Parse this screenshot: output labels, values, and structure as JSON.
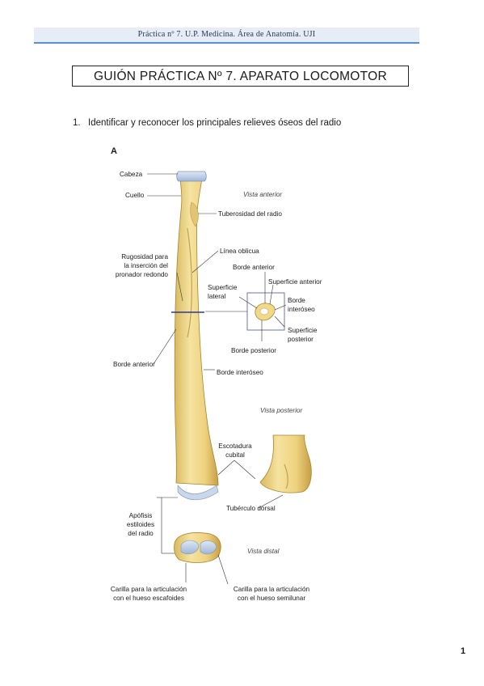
{
  "header": {
    "text": "Práctica nº 7. U.P. Medicina. Área de Anatomía. UJI"
  },
  "title": "GUIÓN PRÁCTICA Nº 7. APARATO LOCOMOTOR",
  "items": [
    {
      "number": "1.",
      "text": "Identificar y reconocer los principales relieves óseos del radio"
    }
  ],
  "figure": {
    "panel_letter": "A",
    "views": {
      "anterior": "Vista anterior",
      "posterior": "Vista posterior",
      "distal": "Vista distal"
    },
    "labels": {
      "cabeza": "Cabeza",
      "cuello": "Cuello",
      "tuberosidad": "Tuberosidad del radio",
      "linea_oblicua": "Línea oblicua",
      "rugosidad_1": "Rugosidad para",
      "rugosidad_2": "la inserción del",
      "rugosidad_3": "pronador redondo",
      "borde_anterior_cs": "Borde anterior",
      "superficie_anterior": "Superficie anterior",
      "superficie_lateral_1": "Superficie",
      "superficie_lateral_2": "lateral",
      "borde_interoseo_cs_1": "Borde",
      "borde_interoseo_cs_2": "interóseo",
      "superficie_posterior_1": "Superficie",
      "superficie_posterior_2": "posterior",
      "borde_posterior": "Borde posterior",
      "borde_anterior": "Borde anterior",
      "borde_interoseo": "Borde interóseo",
      "escotadura_1": "Escotadura",
      "escotadura_2": "cubital",
      "tuberculo_dorsal": "Tubérculo dorsal",
      "apofisis_1": "Apófisis",
      "apofisis_2": "estiloides",
      "apofisis_3": "del radio",
      "carilla_esc_1": "Carilla para la articulación",
      "carilla_esc_2": "con el hueso escafoides",
      "carilla_sem_1": "Carilla para la articulación",
      "carilla_sem_2": "con el hueso semilunar"
    }
  },
  "page_number": "1",
  "colors": {
    "bone": "#f0d98a",
    "bone_shadow": "#caa54a",
    "cartilage": "#b9cde6",
    "accent_line": "#5b8fd0",
    "section_line": "#2c3a8c"
  }
}
